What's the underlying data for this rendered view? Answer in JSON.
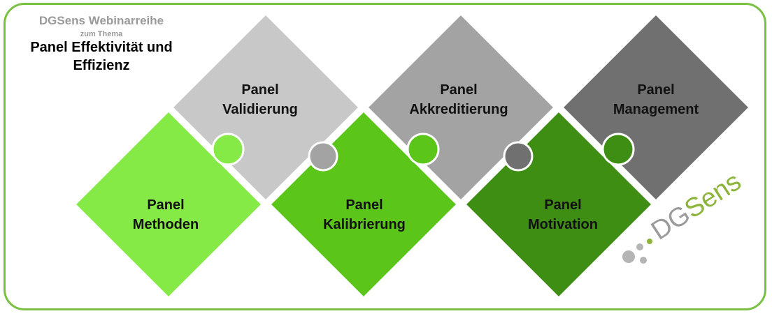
{
  "header": {
    "series": "DGSens Webinarreihe",
    "topic_label": "zum Thema",
    "title_line1": "Panel Effektivität und",
    "title_line2": "Effizienz"
  },
  "pieces_top": [
    {
      "line1": "Panel",
      "line2": "Validierung",
      "color": "#c8c8c8"
    },
    {
      "line1": "Panel",
      "line2": "Akkreditierung",
      "color": "#a3a3a3"
    },
    {
      "line1": "Panel",
      "line2": "Management",
      "color": "#707070"
    }
  ],
  "pieces_bottom": [
    {
      "line1": "Panel",
      "line2": "Methoden",
      "color": "#86ea46"
    },
    {
      "line1": "Panel",
      "line2": "Kalibrierung",
      "color": "#5cc51a"
    },
    {
      "line1": "Panel",
      "line2": "Motivation",
      "color": "#3e8e14"
    }
  ],
  "logo": {
    "text_dg": "DG",
    "text_sens": "Sens",
    "color_dg": "#9b9b9b",
    "color_sens": "#8cb33a"
  },
  "colors": {
    "frame": "#7ac143",
    "outline": "#ffffff"
  }
}
